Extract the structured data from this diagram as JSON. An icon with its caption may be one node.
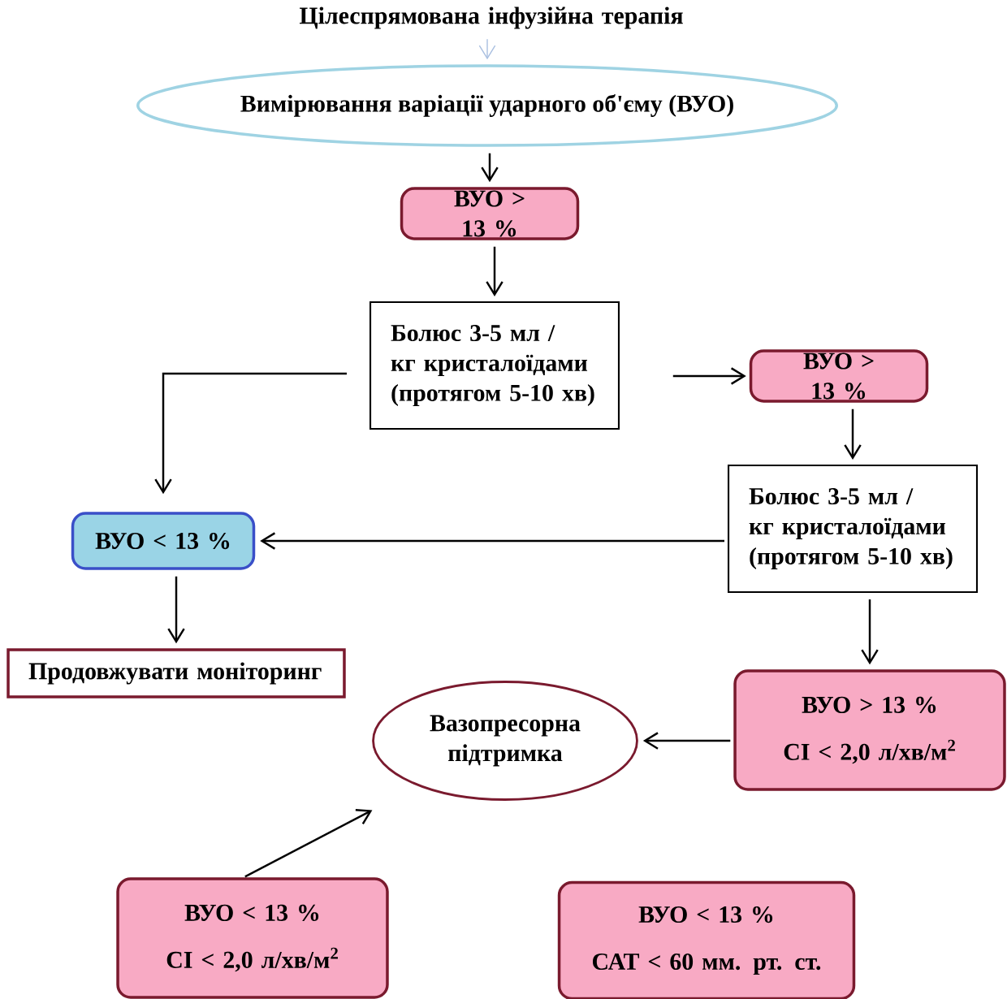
{
  "diagram": {
    "nodes": [
      {
        "text": [
          "Цілеспрямована інфузійна терапія"
        ]
      },
      {
        "text": [
          "Вимірювання варіації ударного об'єму (ВУО)"
        ]
      },
      {
        "text": [
          "ВУО > 13 %"
        ]
      },
      {
        "text": [
          "Болюс 3-5 мл / кг кристалоїдами (протягом 5-10 хв)"
        ]
      },
      {
        "text": [
          "ВУО > 13 %"
        ]
      },
      {
        "text": [
          "Болюс 3-5 мл / кг кристалоїдами (протягом 5-10 хв)"
        ]
      },
      {
        "text": [
          "ВУО < 13 %"
        ]
      },
      {
        "text": [
          "Продовжувати моніторинг"
        ]
      },
      {
        "text": [
          "ВУО > 13 %",
          "CI < 2,0 л/хв/м$^{2}$"
        ]
      },
      {
        "text": [
          "Вазопресорна підтримка"
        ]
      },
      {
        "text": [
          "ВУО < 13 %",
          "CI < 2,0 л/хв/м$^{2}$"
        ]
      },
      {
        "text": [
          "ВУО < 13 %",
          "САТ < 60 мм. рт. ст."
        ]
      }
    ],
    "edges": [
      {
        "from": 0,
        "to": 1,
        "arrow": "to",
        "color": "#a9bfe0"
      },
      {
        "from": 1,
        "to": 2,
        "arrow": "to"
      },
      {
        "from": 2,
        "to": 3,
        "arrow": "to"
      },
      {
        "from": 3,
        "to": 4,
        "arrow": "to"
      },
      {
        "from": 3,
        "to": 6,
        "arrow": "to"
      },
      {
        "from": 4,
        "to": 5,
        "arrow": "to"
      },
      {
        "from": 5,
        "to": 6,
        "arrow": "to"
      },
      {
        "from": 6,
        "to": 7,
        "arrow": "to"
      },
      {
        "from": 5,
        "to": 8,
        "arrow": "to"
      },
      {
        "from": 8,
        "to": 9,
        "arrow": "to"
      },
      {
        "from": 10,
        "to": 9,
        "arrow": "to"
      }
    ]
  }
}
